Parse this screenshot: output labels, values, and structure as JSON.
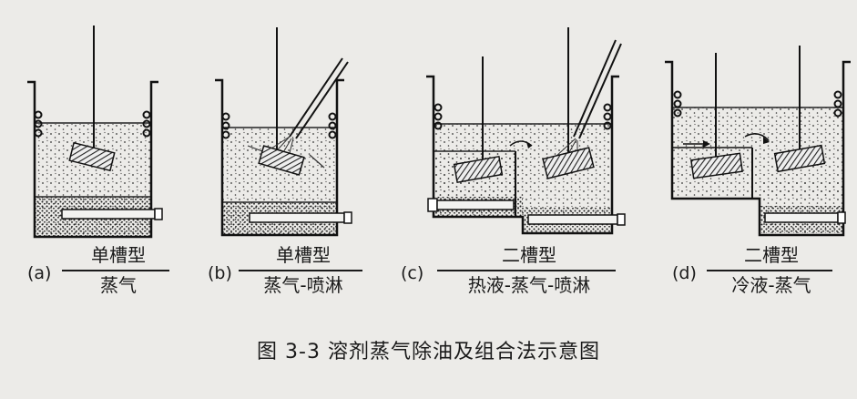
{
  "figure": {
    "caption": "图 3-3    溶剂蒸气除油及组合法示意图"
  },
  "panels": [
    {
      "tag": "(a)",
      "top": "单槽型",
      "bottom": "蒸气"
    },
    {
      "tag": "(b)",
      "top": "单槽型",
      "bottom": "蒸气-喷淋"
    },
    {
      "tag": "(c)",
      "top": "二槽型",
      "bottom": "热液-蒸气-喷淋"
    },
    {
      "tag": "(d)",
      "top": "二槽型",
      "bottom": "冷液-蒸气"
    }
  ]
}
